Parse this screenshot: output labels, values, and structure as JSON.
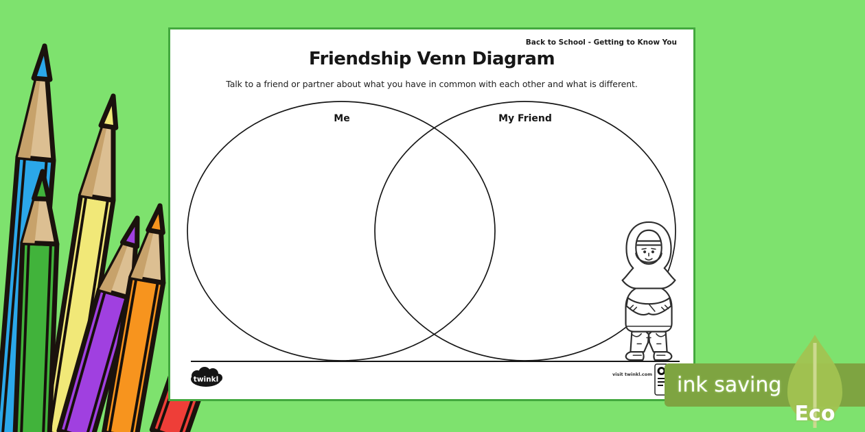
{
  "background_color": "#7ee26e",
  "worksheet": {
    "tag": "Back to School - Getting to Know You",
    "title": "Friendship Venn Diagram",
    "instructions": "Talk to a friend or partner about what you have in common with each other and what is different.",
    "venn": {
      "left_label": "Me",
      "right_label": "My Friend"
    },
    "footer": {
      "logo_text": "twinkl",
      "visit_text": "visit twinkl.com"
    },
    "character_description": "child wearing hijab standing with arms crossed"
  },
  "eco_badge": {
    "text": "ink saving",
    "label": "Eco",
    "band_color": "#7ea441",
    "leaf_color": "#a2c351"
  },
  "pencils": {
    "names": [
      "blue",
      "yellow",
      "green",
      "purple",
      "orange",
      "red"
    ],
    "colors": [
      "#2ba7e9",
      "#f1e878",
      "#41b33b",
      "#a040e0",
      "#f7941e",
      "#ee3e38"
    ]
  }
}
